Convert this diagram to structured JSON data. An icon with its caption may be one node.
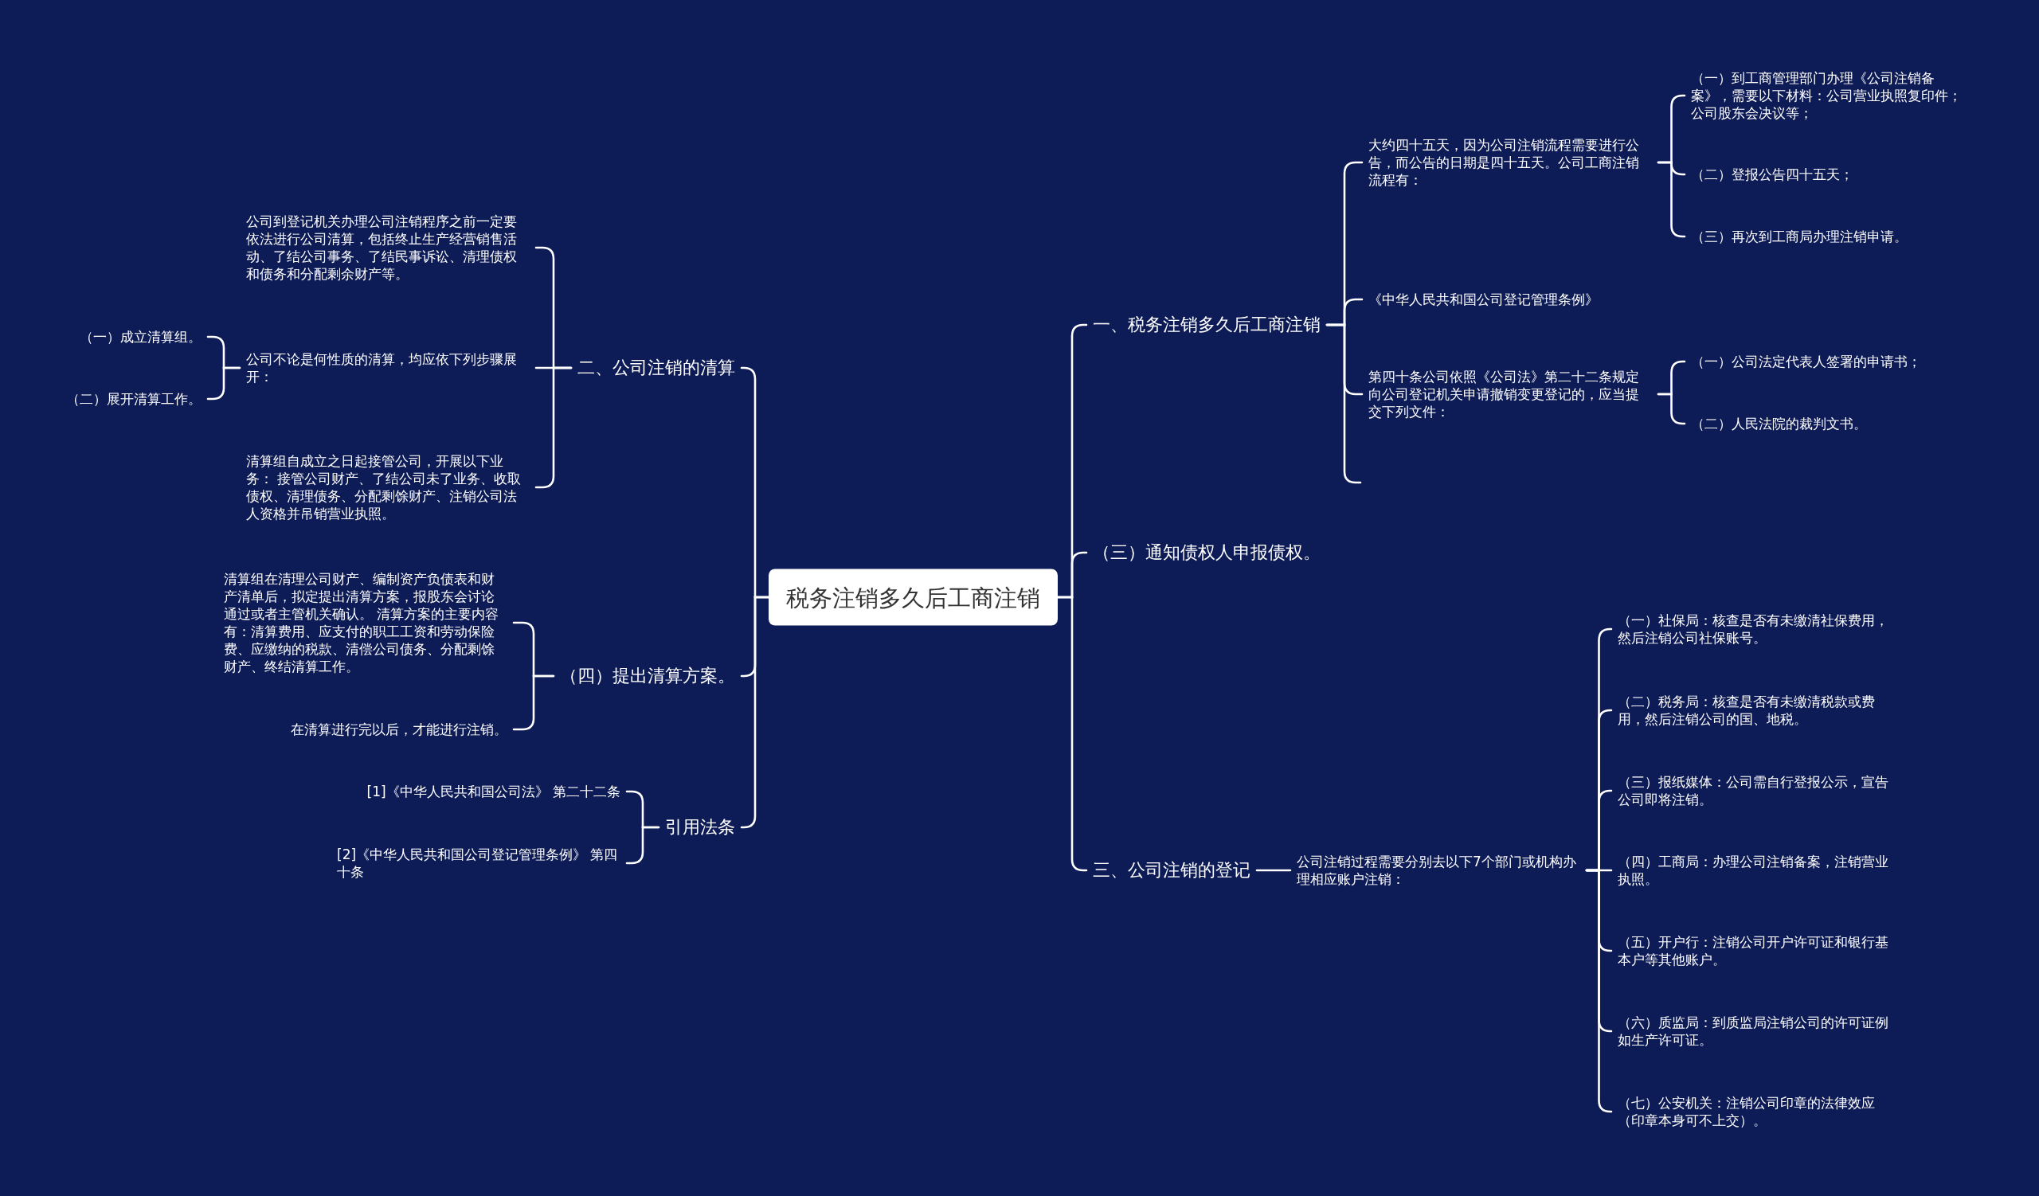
{
  "diagram": {
    "nodes": [
      {
        "text": [
          "税务注销多久后工商注销"
        ]
      },
      {
        "text": [
          "一、税务注销多久后工商注销"
        ]
      },
      {
        "text": [
          "大约四十五天，因为公司注销流程需要进行公告，而公告的日期是四十五天。公司工商注销流程有："
        ]
      },
      {
        "text": [
          "（一）到工商管理部门办理《公司注销备案》，需要以下材料：公司营业执照复印件；公司股东会决议等；"
        ]
      },
      {
        "text": [
          "（二）登报公告四十五天；"
        ]
      },
      {
        "text": [
          "（三）再次到工商局办理注销申请。"
        ]
      },
      {
        "text": [
          "《中华人民共和国公司登记管理条例》"
        ]
      },
      {
        "text": [
          "第四十条公司依照《公司法》第二十二条规定向公司登记机关申请撤销变更登记的，应当提交下列文件："
        ]
      },
      {
        "text": [
          "（一）公司法定代表人签署的申请书；"
        ]
      },
      {
        "text": [
          "（二）人民法院的裁判文书。"
        ]
      },
      {
        "text": [
          "（三）通知债权人申报债权。"
        ]
      },
      {
        "text": [
          "三、公司注销的登记"
        ]
      },
      {
        "text": [
          "公司注销过程需要分别去以下7个部门或机构办理相应账户注销："
        ]
      },
      {
        "text": [
          "（一）社保局：核查是否有未缴清社保费用，然后注销公司社保账号。"
        ]
      },
      {
        "text": [
          "（二）税务局：核查是否有未缴清税款或费用，然后注销公司的国、地税。"
        ]
      },
      {
        "text": [
          "（三）报纸媒体：公司需自行登报公示，宣告公司即将注销。"
        ]
      },
      {
        "text": [
          "（四）工商局：办理公司注销备案，注销营业执照。"
        ]
      },
      {
        "text": [
          "（五）开户行：注销公司开户许可证和银行基本户等其他账户。"
        ]
      },
      {
        "text": [
          "（六）质监局：到质监局注销公司的许可证例如生产许可证。"
        ]
      },
      {
        "text": [
          "（七）公安机关：注销公司印章的法律效应（印章本身可不上交）。"
        ]
      },
      {
        "text": [
          "二、公司注销的清算"
        ]
      },
      {
        "text": [
          "公司到登记机关办理公司注销程序之前一定要依法进行公司清算，包括终止生产经营销售活动、了结公司事务、了结民事诉讼、清理债权和债务和分配剩余财产等。"
        ]
      },
      {
        "text": [
          "公司不论是何性质的清算，均应依下列步骤展开："
        ]
      },
      {
        "text": [
          "（一）成立清算组。"
        ]
      },
      {
        "text": [
          "（二）展开清算工作。"
        ]
      },
      {
        "text": [
          "清算组自成立之日起接管公司，开展以下业务： 接管公司财产、了结公司未了业务、收取债权、清理债务、分配剩馀财产、注销公司法人资格并吊销营业执照。"
        ]
      },
      {
        "text": [
          "（四）提出清算方案。"
        ]
      },
      {
        "text": [
          "清算组在清理公司财产、编制资产负债表和财产清单后，拟定提出清算方案，报股东会讨论通过或者主管机关确认。 清算方案的主要内容有：清算费用、应支付的职工工资和劳动保险费、应缴纳的税款、清偿公司债务、分配剩馀财产、终结清算工作。"
        ]
      },
      {
        "text": [
          "在清算进行完以后，才能进行注销。"
        ]
      },
      {
        "text": [
          "引用法条"
        ]
      },
      {
        "text": [
          "[1]《中华人民共和国公司法》 第二十二条"
        ]
      },
      {
        "text": [
          "[2]《中华人民共和国公司登记管理条例》 第四十条"
        ]
      }
    ],
    "edges": [
      {
        "from": 0,
        "to": 1,
        "arrow": "none"
      },
      {
        "from": 1,
        "to": 2,
        "arrow": "none"
      },
      {
        "from": 2,
        "to": 3,
        "arrow": "none"
      },
      {
        "from": 2,
        "to": 4,
        "arrow": "none"
      },
      {
        "from": 2,
        "to": 5,
        "arrow": "none"
      },
      {
        "from": 1,
        "to": 6,
        "arrow": "none"
      },
      {
        "from": 1,
        "to": 7,
        "arrow": "none"
      },
      {
        "from": 7,
        "to": 8,
        "arrow": "none"
      },
      {
        "from": 7,
        "to": 9,
        "arrow": "none"
      },
      {
        "from": 1,
        "to": null,
        "arrow": "none"
      },
      {
        "from": 0,
        "to": 10,
        "arrow": "none"
      },
      {
        "from": 0,
        "to": 11,
        "arrow": "none"
      },
      {
        "from": 11,
        "to": 12,
        "arrow": "none"
      },
      {
        "from": 12,
        "to": 13,
        "arrow": "none"
      },
      {
        "from": 12,
        "to": 14,
        "arrow": "none"
      },
      {
        "from": 12,
        "to": 15,
        "arrow": "none"
      },
      {
        "from": 12,
        "to": 16,
        "arrow": "none"
      },
      {
        "from": 12,
        "to": 17,
        "arrow": "none"
      },
      {
        "from": 12,
        "to": 18,
        "arrow": "none"
      },
      {
        "from": 12,
        "to": 19,
        "arrow": "none"
      },
      {
        "from": 0,
        "to": 20,
        "arrow": "none"
      },
      {
        "from": 20,
        "to": 21,
        "arrow": "none"
      },
      {
        "from": 20,
        "to": 22,
        "arrow": "none"
      },
      {
        "from": 22,
        "to": 23,
        "arrow": "none"
      },
      {
        "from": 22,
        "to": 24,
        "arrow": "none"
      },
      {
        "from": 20,
        "to": 25,
        "arrow": "none"
      },
      {
        "from": 0,
        "to": 26,
        "arrow": "none"
      },
      {
        "from": 26,
        "to": 27,
        "arrow": "none"
      },
      {
        "from": 26,
        "to": 28,
        "arrow": "none"
      },
      {
        "from": 0,
        "to": 29,
        "arrow": "none"
      },
      {
        "from": 29,
        "to": 30,
        "arrow": "none"
      },
      {
        "from": 29,
        "to": 31,
        "arrow": "none"
      }
    ]
  }
}
